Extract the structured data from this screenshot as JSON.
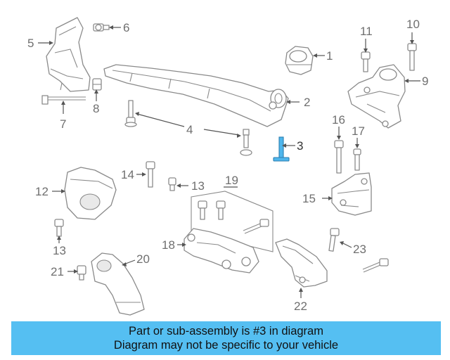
{
  "callouts": {
    "c1": "1",
    "c2": "2",
    "c3": "3",
    "c4": "4",
    "c5": "5",
    "c6": "6",
    "c7": "7",
    "c8": "8",
    "c9": "9",
    "c10": "10",
    "c11": "11",
    "c12": "12",
    "c13a": "13",
    "c13b": "13",
    "c14": "14",
    "c15": "15",
    "c16": "16",
    "c17": "17",
    "c18": "18",
    "c19": "19",
    "c20": "20",
    "c21": "21",
    "c22": "22",
    "c23": "23"
  },
  "banner": {
    "line1": "Part or sub-assembly is #3 in diagram",
    "line2": "Diagram may not be specific to your vehicle",
    "color": "#55bff2"
  },
  "highlight_color": "#4fb6ec"
}
